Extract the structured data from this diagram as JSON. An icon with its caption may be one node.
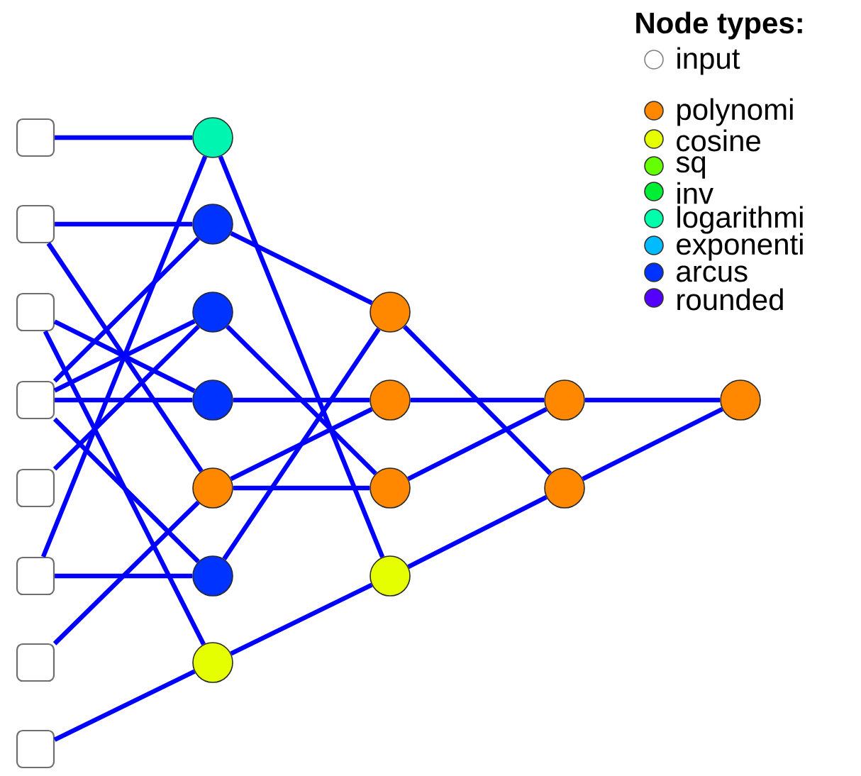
{
  "diagram": {
    "nodes": [
      {
        "text": [],
        "shape": "box"
      },
      {
        "text": [],
        "shape": "box"
      },
      {
        "text": [],
        "shape": "box"
      },
      {
        "text": [],
        "shape": "box"
      },
      {
        "text": [],
        "shape": "box"
      },
      {
        "text": [],
        "shape": "box"
      },
      {
        "text": [],
        "shape": "box"
      },
      {
        "text": [],
        "shape": "box"
      },
      {
        "text": [],
        "shape": "circle"
      },
      {
        "text": [],
        "shape": "circle"
      },
      {
        "text": [],
        "shape": "circle"
      },
      {
        "text": [],
        "shape": "circle"
      },
      {
        "text": [],
        "shape": "circle"
      },
      {
        "text": [],
        "shape": "circle"
      },
      {
        "text": [],
        "shape": "circle"
      },
      {
        "text": [],
        "shape": "circle"
      },
      {
        "text": [],
        "shape": "circle"
      },
      {
        "text": [],
        "shape": "circle"
      },
      {
        "text": [],
        "shape": "circle"
      },
      {
        "text": [],
        "shape": "circle"
      },
      {
        "text": [],
        "shape": "circle"
      },
      {
        "text": [],
        "shape": "circle"
      }
    ],
    "edges": [
      {
        "from": 0,
        "to": 8,
        "arrow": "none"
      },
      {
        "from": 1,
        "to": 9,
        "arrow": "none"
      },
      {
        "from": 1,
        "to": 12,
        "arrow": "none"
      },
      {
        "from": 2,
        "to": 11,
        "arrow": "none"
      },
      {
        "from": 2,
        "to": 14,
        "arrow": "none"
      },
      {
        "from": 3,
        "to": 9,
        "arrow": "none"
      },
      {
        "from": 3,
        "to": 10,
        "arrow": "none"
      },
      {
        "from": 3,
        "to": 11,
        "arrow": "none"
      },
      {
        "from": 3,
        "to": 13,
        "arrow": "none"
      },
      {
        "from": 4,
        "to": 10,
        "arrow": "none"
      },
      {
        "from": 5,
        "to": 8,
        "arrow": "none"
      },
      {
        "from": 5,
        "to": 13,
        "arrow": "none"
      },
      {
        "from": 6,
        "to": 12,
        "arrow": "none"
      },
      {
        "from": 7,
        "to": 14,
        "arrow": "none"
      },
      {
        "from": 8,
        "to": 18,
        "arrow": "none"
      },
      {
        "from": 9,
        "to": 15,
        "arrow": "none"
      },
      {
        "from": 10,
        "to": 17,
        "arrow": "none"
      },
      {
        "from": 11,
        "to": 16,
        "arrow": "none"
      },
      {
        "from": 12,
        "to": 16,
        "arrow": "none"
      },
      {
        "from": 12,
        "to": 17,
        "arrow": "none"
      },
      {
        "from": 13,
        "to": 15,
        "arrow": "none"
      },
      {
        "from": 14,
        "to": 18,
        "arrow": "none"
      },
      {
        "from": 15,
        "to": 20,
        "arrow": "none"
      },
      {
        "from": 16,
        "to": 19,
        "arrow": "none"
      },
      {
        "from": 17,
        "to": 19,
        "arrow": "none"
      },
      {
        "from": 18,
        "to": 20,
        "arrow": "none"
      },
      {
        "from": 19,
        "to": 21,
        "arrow": "none"
      },
      {
        "from": 20,
        "to": 21,
        "arrow": "none"
      }
    ],
    "labels": [
      "Node types:"
    ],
    "legend": [
      {
        "text": "input"
      },
      {
        "text": "polynomi",
        "color": "#ff8800"
      },
      {
        "text": "cosine",
        "color": "#e5ff00"
      },
      {
        "text": "sq",
        "color": "#66ff00"
      },
      {
        "text": "inv",
        "color": "#00ee33"
      },
      {
        "text": "logarithmi",
        "color": "#00ffaa"
      },
      {
        "text": "exponenti",
        "color": "#00bbff"
      },
      {
        "text": "arcus",
        "color": "#0033ff"
      },
      {
        "text": "rounded",
        "color": "#5500ff"
      }
    ]
  }
}
